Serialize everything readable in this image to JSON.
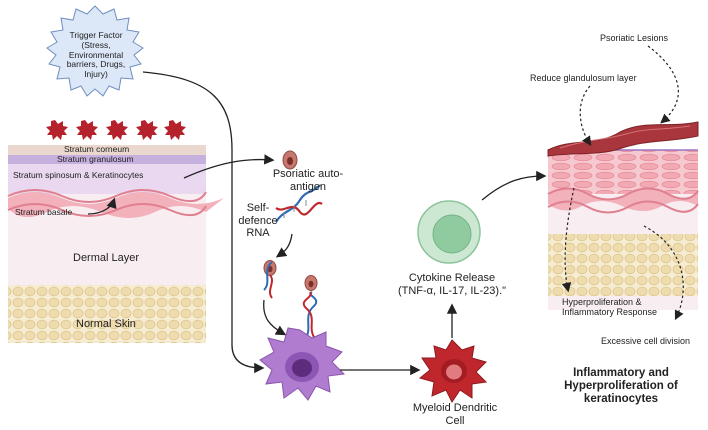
{
  "trigger": {
    "lines": [
      "Trigger Factor",
      "(Stress,",
      "Environmental",
      "barriers, Drugs,",
      "Injury)"
    ]
  },
  "skin_left": {
    "stratum_corneum": "Stratum corneum",
    "stratum_granulosum": "Stratum granulosum",
    "stratum_spinosum": "Stratum spinosum & Keratinocytes",
    "stratum_basale": "Stratum basale",
    "dermal_layer": "Dermal Layer",
    "normal_skin": "Normal Skin"
  },
  "autoantigen": {
    "line1": "Psoriatic auto-",
    "line2": "antigen"
  },
  "rna": {
    "line1": "Self-",
    "line2": "defence",
    "line3": "RNA"
  },
  "cytokine": {
    "line1": "Cytokine Release",
    "line2": "(TNF-α, IL-17, IL-23).\""
  },
  "myeloid": {
    "line1": "Myeloid Dendritic",
    "line2": "Cell"
  },
  "right_panel": {
    "psoriatic_lesions": "Psoriatic Lesions",
    "reduce_layer": "Reduce glandulosum layer",
    "hyperproliferation_line1": "Hyperproliferation &",
    "hyperproliferation_line2": "Inflammatory Response",
    "excessive_division": "Excessive cell division",
    "title_line1": "Inflammatory and",
    "title_line2": "Hyperproliferation of",
    "title_line3": "keratinocytes"
  },
  "colors": {
    "corneum": "#ecd8cf",
    "granulosum": "#c9b3dc",
    "spinosum": "#e7d6ee",
    "basale": "#f4b7bf",
    "dermis": "#f7ecef",
    "fat": "#f3e6c6",
    "trigger_fill": "#dce7f8",
    "dendritic_purple": "#b07ccf",
    "dendritic_red": "#c0272d",
    "cytokine_green": "#a8d5b3",
    "lesion_red": "#a8363c"
  }
}
